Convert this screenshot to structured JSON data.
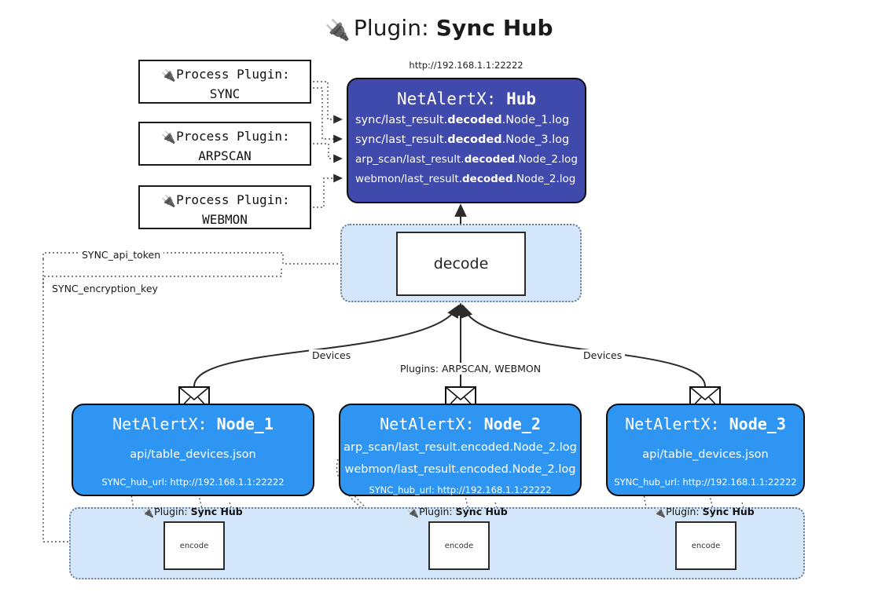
{
  "page": {
    "title_prefix": "Plugin:",
    "title_name": "Sync Hub",
    "plug_icon": "plug-icon"
  },
  "hub": {
    "url": "http://192.168.1.1:22222",
    "title_prefix": "NetAlertX:",
    "title_name": "Hub",
    "lines": [
      {
        "pre": "sync/last_result.",
        "strong": "decoded",
        "post": ".Node_1.log"
      },
      {
        "pre": "sync/last_result.",
        "strong": "decoded",
        "post": ".Node_3.log"
      },
      {
        "pre": "arp_scan/last_result.",
        "strong": "decoded",
        "post": ".Node_2.log"
      },
      {
        "pre": "webmon/last_result.",
        "strong": "decoded",
        "post": ".Node_2.log"
      }
    ],
    "color": "#4049AC"
  },
  "process_plugins": [
    {
      "label_line1": "Process Plugin:",
      "label_line2": "SYNC"
    },
    {
      "label_line1": "Process Plugin:",
      "label_line2": "ARPSCAN"
    },
    {
      "label_line1": "Process Plugin:",
      "label_line2": "WEBMON"
    }
  ],
  "decode": {
    "label": "decode",
    "cluster_color": "#D4E7FA"
  },
  "nodes": [
    {
      "title_prefix": "NetAlertX:",
      "title_name": "Node_1",
      "lines": [
        "api/table_devices.json"
      ],
      "hub_url_label": "SYNC_hub_url: http://192.168.1.1:22222",
      "color": "#2E96F2"
    },
    {
      "title_prefix": "NetAlertX:",
      "title_name": "Node_2",
      "lines": [
        "arp_scan/last_result.encoded.Node_2.log",
        "webmon/last_result.encoded.Node_2.log"
      ],
      "hub_url_label": "SYNC_hub_url: http://192.168.1.1:22222",
      "color": "#2E96F2"
    },
    {
      "title_prefix": "NetAlertX:",
      "title_name": "Node_3",
      "lines": [
        "api/table_devices.json"
      ],
      "hub_url_label": "SYNC_hub_url: http://192.168.1.1:22222",
      "color": "#2E96F2"
    }
  ],
  "plugin_clusters": [
    {
      "label_prefix": "Plugin:",
      "label_name": "Sync Hub",
      "box_label": "encode"
    },
    {
      "label_prefix": "Plugin:",
      "label_name": "Sync Hub",
      "box_label": "encode"
    },
    {
      "label_prefix": "Plugin:",
      "label_name": "Sync Hub",
      "box_label": "encode"
    }
  ],
  "edge_labels": {
    "api_token": "SYNC_api_token",
    "encryption_key": "SYNC_encryption_key",
    "devices_left": "Devices",
    "devices_right": "Devices",
    "plugins_mid": "Plugins: ARPSCAN, WEBMON"
  }
}
